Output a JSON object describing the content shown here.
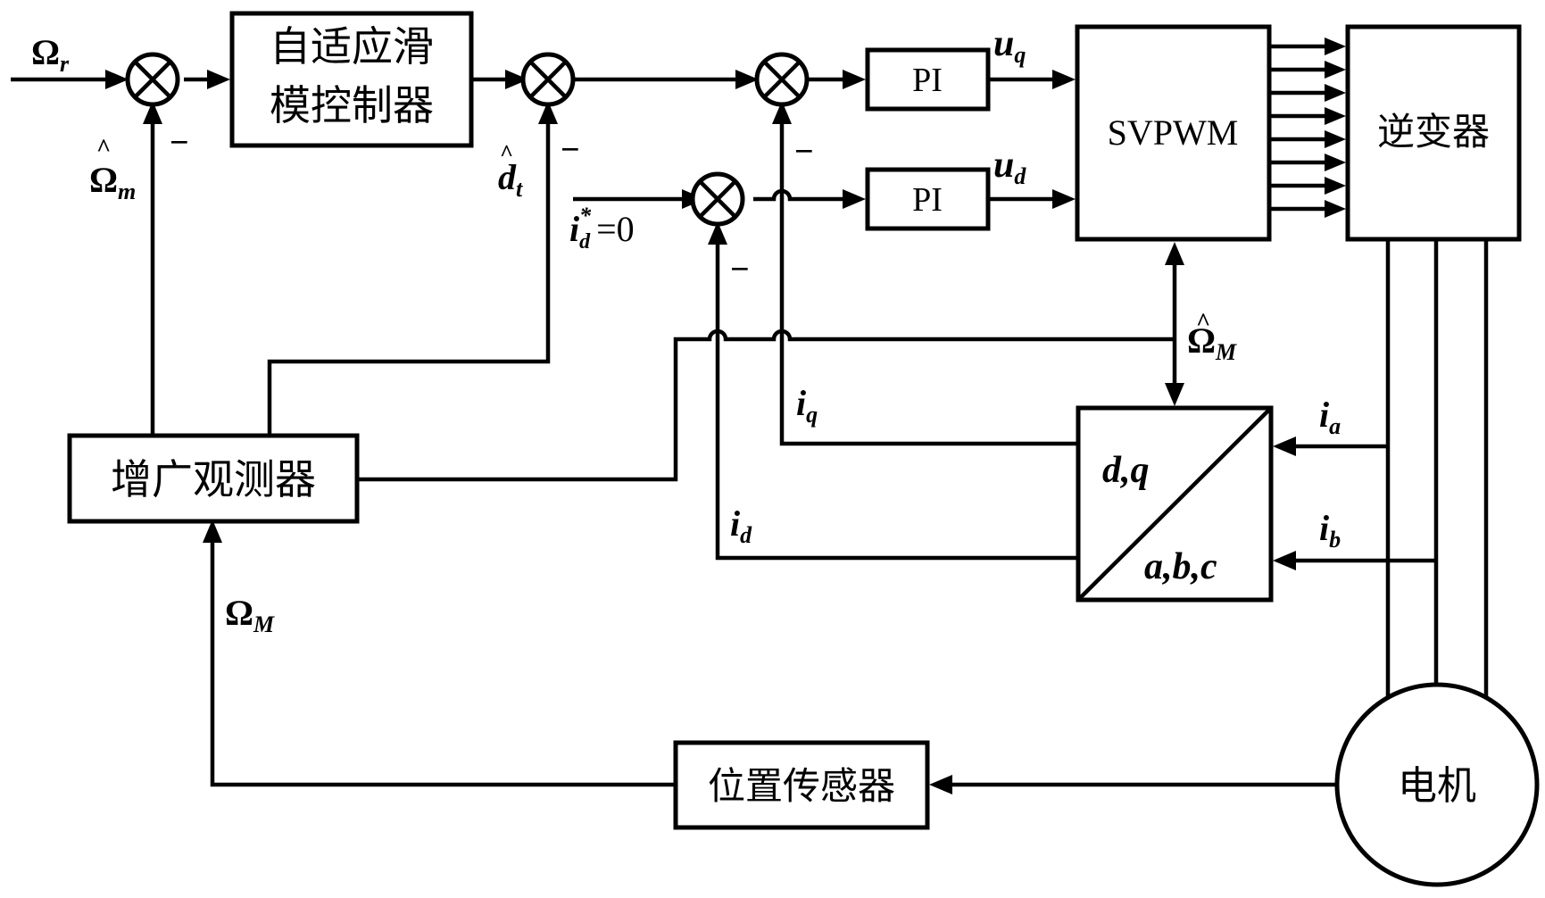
{
  "blocks": {
    "smc_line1": "自适应滑",
    "smc_line2": "模控制器",
    "pi_q": "PI",
    "pi_d": "PI",
    "svpwm": "SVPWM",
    "inverter": "逆变器",
    "observer": "增广观测器",
    "position_sensor": "位置传感器",
    "motor": "电机",
    "transform_top": "d,q",
    "transform_bottom": "a,b,c"
  },
  "signals": {
    "omega": "Ω",
    "omega_r_sub": "r",
    "omega_m_sub": "m",
    "omega_M_sub": "M",
    "hat": "^",
    "d": "d",
    "t_sub": "t",
    "u": "u",
    "q_sub": "q",
    "d_sub": "d",
    "i": "i",
    "a_sub": "a",
    "b_sub": "b",
    "star": "*",
    "eq_zero": "=0",
    "minus": "−"
  }
}
